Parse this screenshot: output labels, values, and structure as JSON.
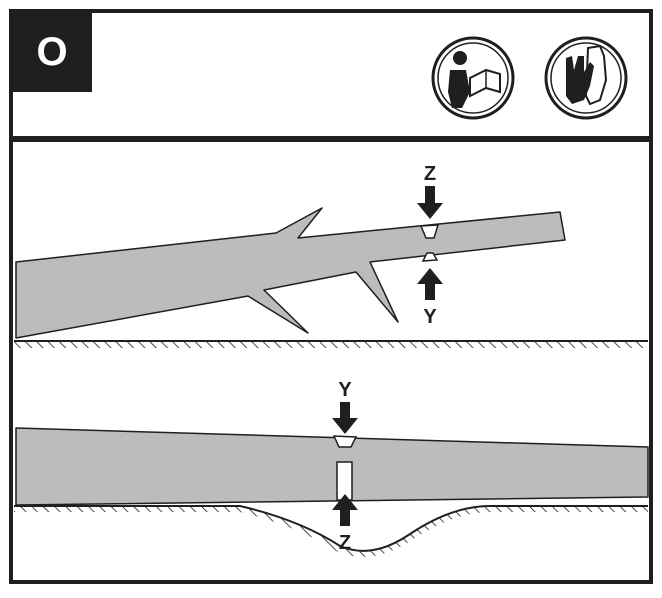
{
  "header": {
    "step_letter": "O",
    "icons": [
      "read-manual-icon",
      "protective-gloves-icon"
    ]
  },
  "top_panel": {
    "cut_labels": {
      "upper": "Z",
      "lower": "Y"
    }
  },
  "bottom_panel": {
    "cut_labels": {
      "upper": "Y",
      "lower": "Z"
    }
  },
  "colors": {
    "log_fill": "#bcbcbc",
    "outline": "#1f1f1f",
    "arrow": "#1f1f1f",
    "background": "#ffffff"
  }
}
